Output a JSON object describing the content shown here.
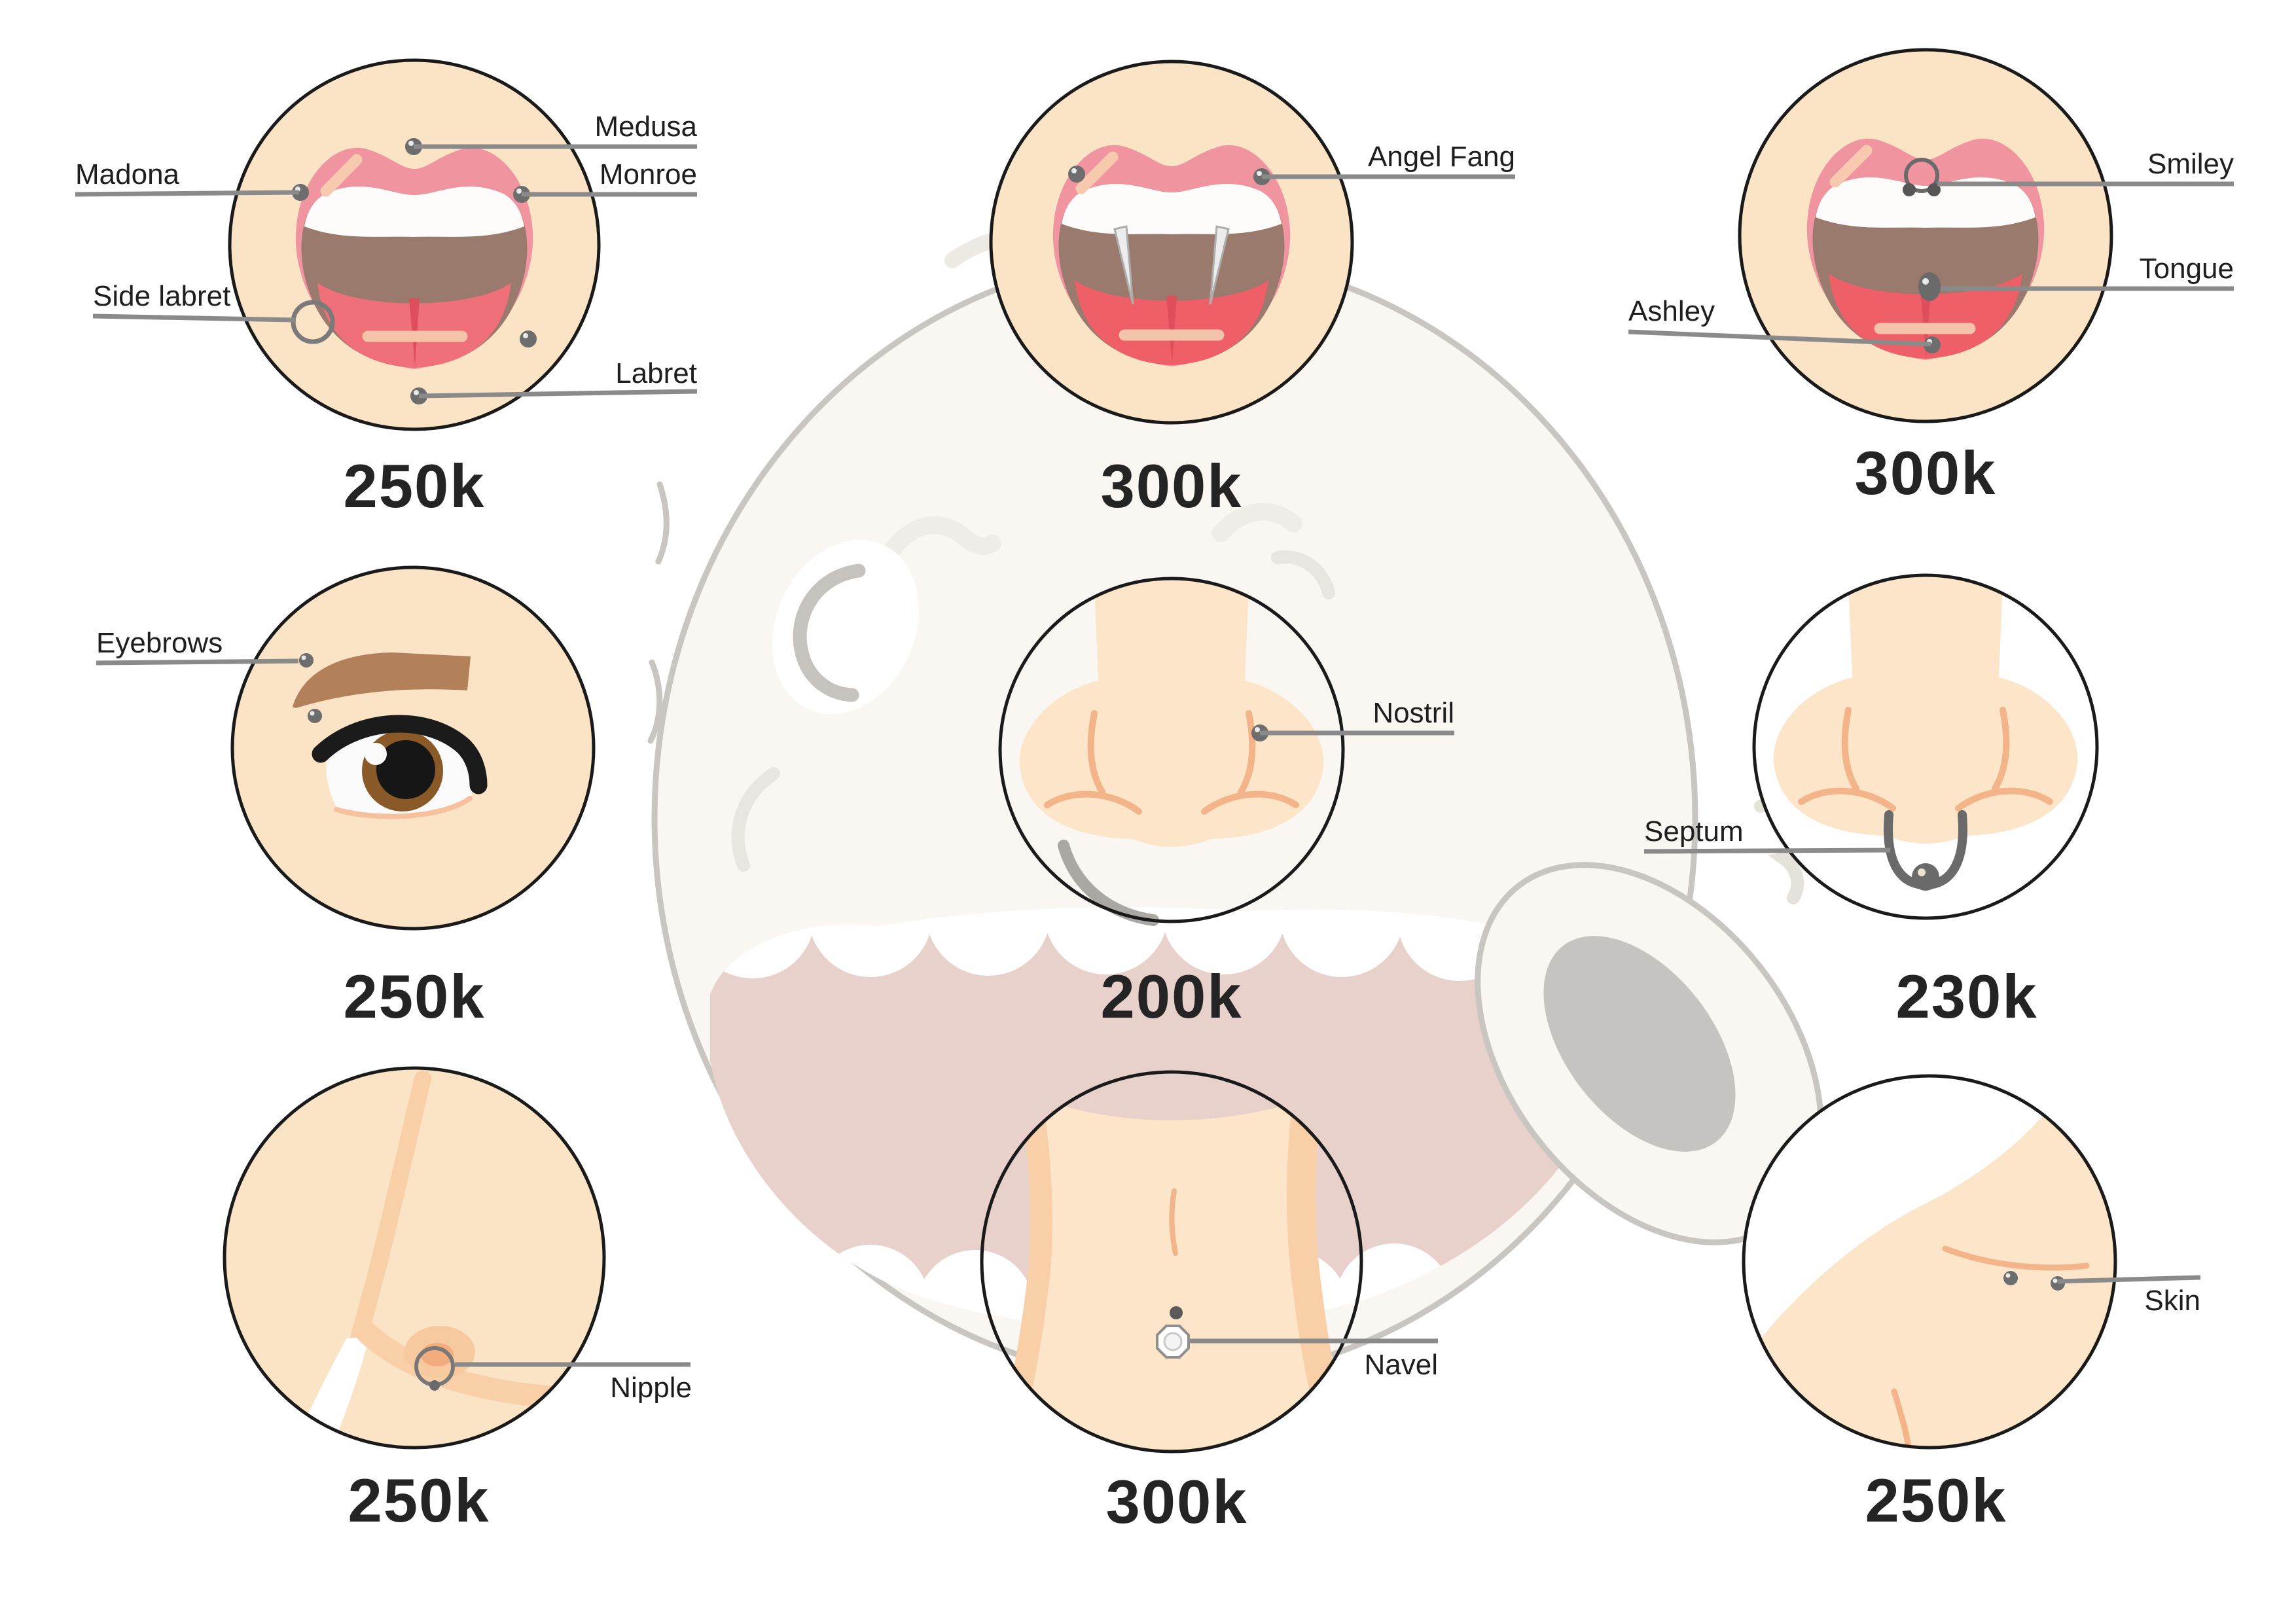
{
  "title": "Piercing placements and prices infographic",
  "colors": {
    "skin_circle": "#FBE3C5",
    "lips": "#F0949F",
    "lip_highlight": "#F7C9AE",
    "mouth_interior": "#9B7A6E",
    "tongue": "#EE6A72",
    "teeth": "#FDFCFA",
    "eyebrow": "#B28059",
    "iris_brown": "#8A5928",
    "nose_crease": "#F2B488",
    "skin_shade": "#F8CFA6",
    "piercing_metal": "#6D6D6D",
    "leader_line": "#8A8A8A",
    "label_text": "#1E1E1E",
    "price_text": "#242424",
    "watermark_fill": "#FAF7F2",
    "watermark_outline": "#C9C6C2",
    "watermark_mouth": "#E8D1CB"
  },
  "panels": [
    {
      "id": "lips-multi",
      "price": "250k",
      "labels": {
        "medusa": "Medusa",
        "madona": "Madona",
        "monroe": "Monroe",
        "side_labret": "Side labret",
        "labret": "Labret"
      }
    },
    {
      "id": "angel-fang",
      "price": "300k",
      "labels": {
        "angel_fang": "Angel Fang"
      }
    },
    {
      "id": "mouth-smiley",
      "price": "300k",
      "labels": {
        "smiley": "Smiley",
        "tongue": "Tongue",
        "ashley": "Ashley"
      }
    },
    {
      "id": "eyebrow",
      "price": "250k",
      "labels": {
        "eyebrows": "Eyebrows"
      }
    },
    {
      "id": "nostril",
      "price": "200k",
      "labels": {
        "nostril": "Nostril"
      }
    },
    {
      "id": "septum",
      "price": "230k",
      "labels": {
        "septum": "Septum"
      }
    },
    {
      "id": "nipple",
      "price": "250k",
      "labels": {
        "nipple": "Nipple"
      }
    },
    {
      "id": "navel",
      "price": "300k",
      "labels": {
        "navel": "Navel"
      }
    },
    {
      "id": "skin",
      "price": "250k",
      "labels": {
        "skin": "Skin"
      }
    }
  ]
}
